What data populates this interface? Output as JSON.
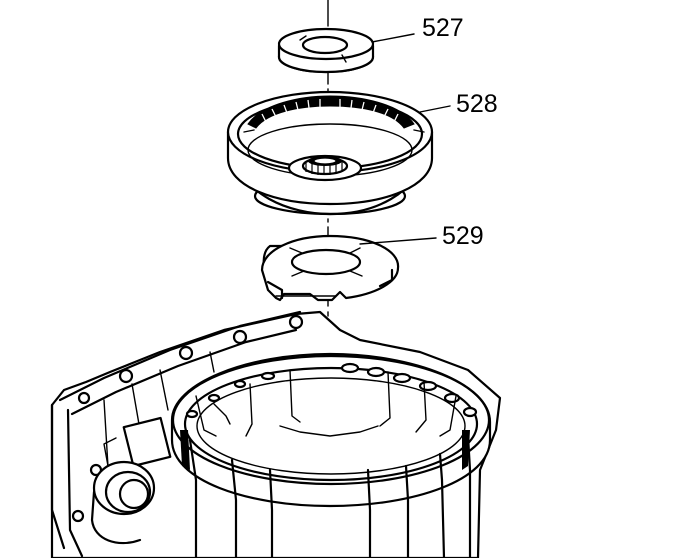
{
  "callouts": [
    {
      "id": "bearing",
      "label": "527"
    },
    {
      "id": "ring-gear",
      "label": "528"
    },
    {
      "id": "thrust-washer",
      "label": "529"
    }
  ],
  "colors": {
    "ink": "#000000",
    "paper": "#ffffff"
  }
}
